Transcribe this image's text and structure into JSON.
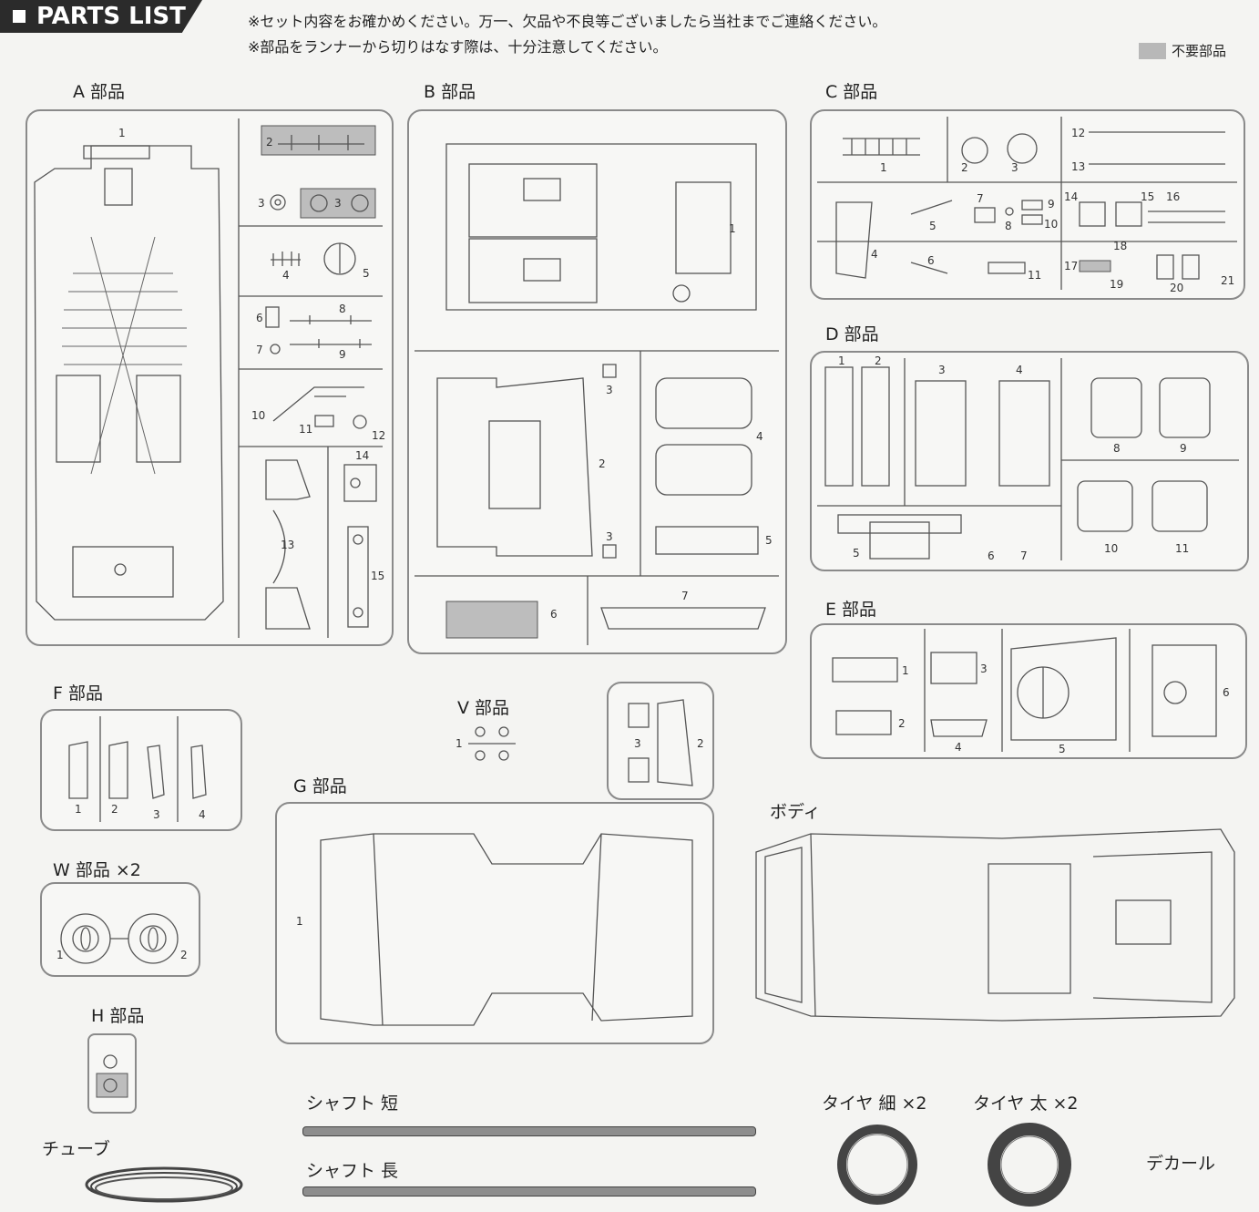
{
  "header": {
    "title": "PARTS LIST"
  },
  "notices": [
    "※セット内容をお確かめください。万一、欠品や不良等ございましたら当社までご連絡ください。",
    "※部品をランナーから切りはなす際は、十分注意してください。"
  ],
  "legend": {
    "label": "不要部品",
    "color": "#b8b8b8"
  },
  "groups": {
    "A": "A 部品",
    "B": "B 部品",
    "C": "C 部品",
    "D": "D 部品",
    "E": "E 部品",
    "F": "F 部品",
    "V": "V 部品",
    "G": "G 部品",
    "W": "W 部品 ×2",
    "H": "H 部品",
    "body": "ボディ"
  },
  "extras": {
    "shaft_short": "シャフト 短",
    "shaft_long": "シャフト 長",
    "tube": "チューブ",
    "tire_thin": "タイヤ 細 ×2",
    "tire_thick": "タイヤ 太 ×2",
    "decal": "デカール"
  }
}
